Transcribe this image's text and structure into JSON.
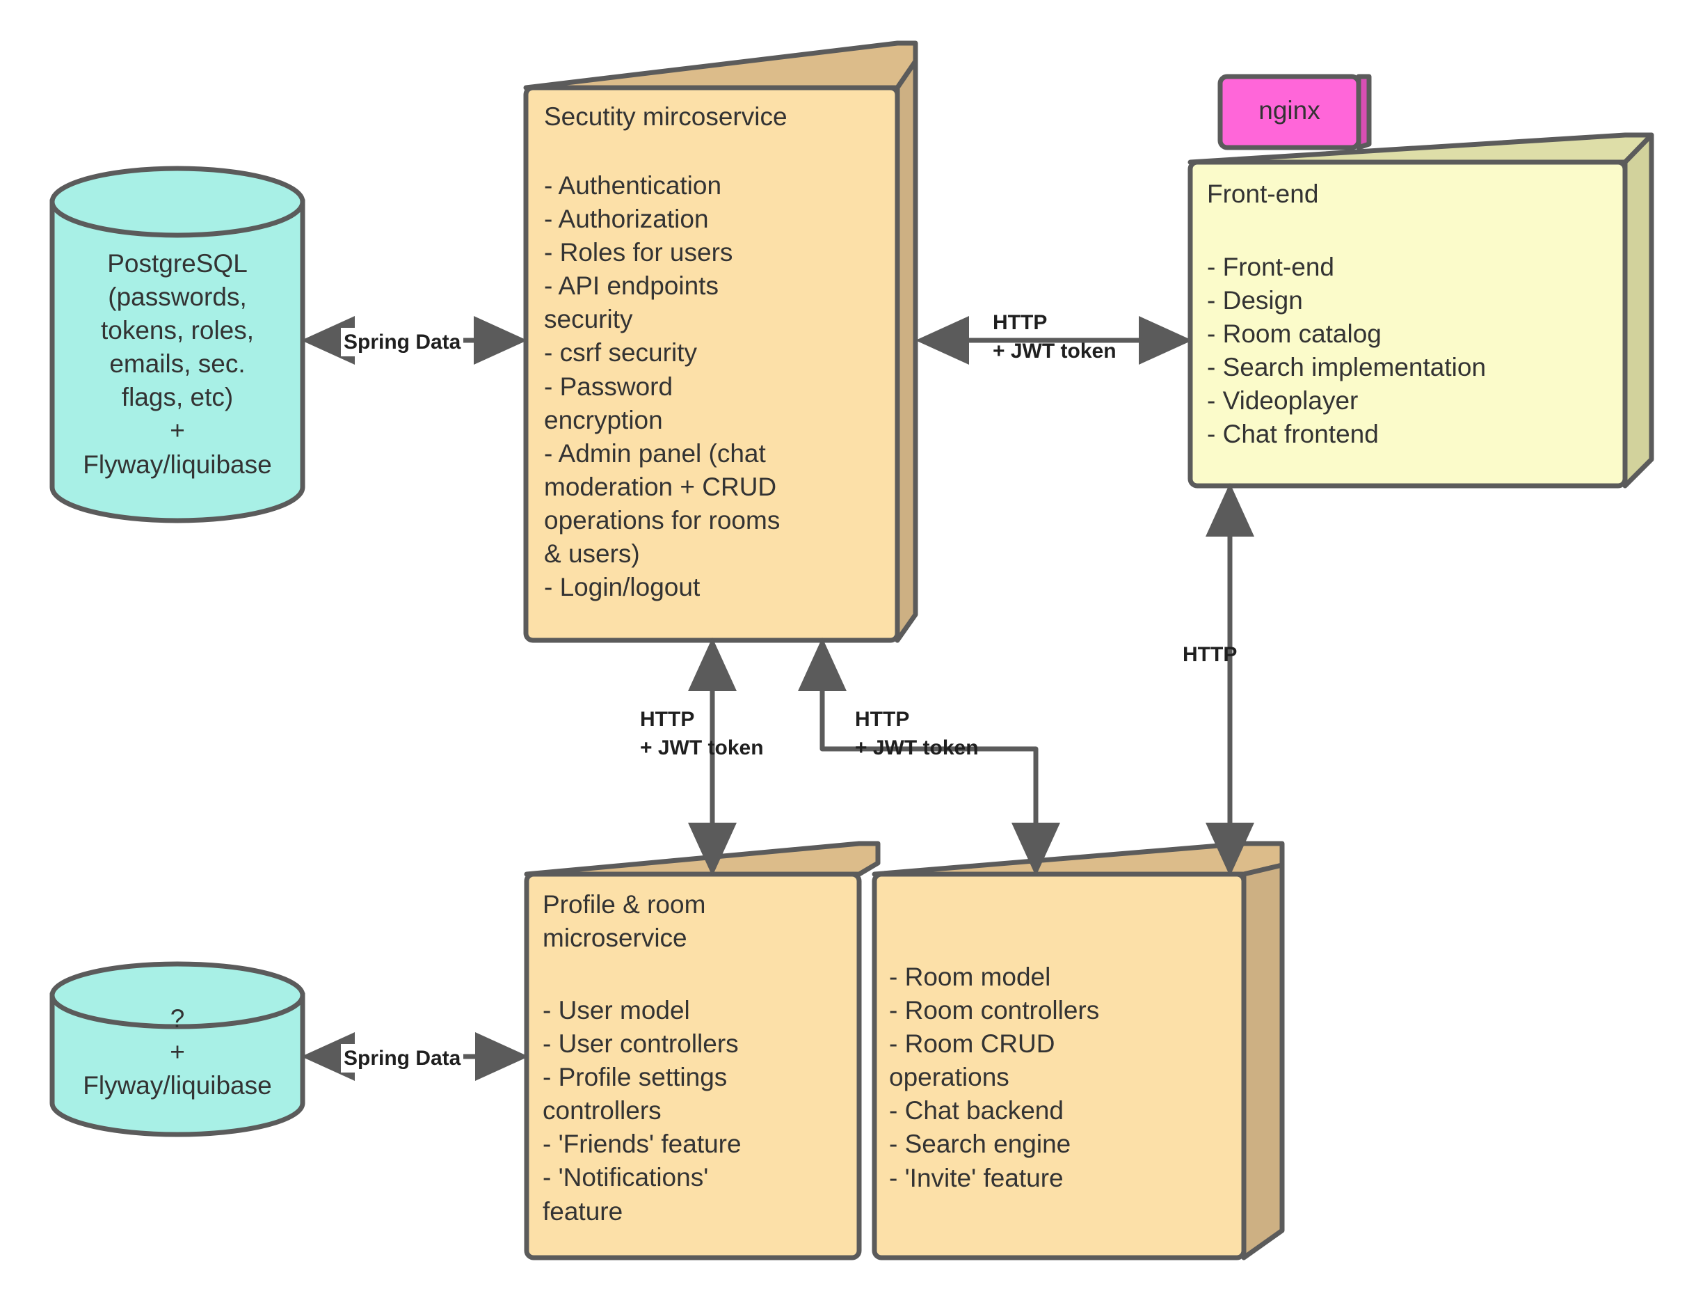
{
  "diagram": {
    "title": "Microservice architecture diagram",
    "colors": {
      "box_face": "#FCE0A8",
      "box_top": "#DCBC8A",
      "box_side": "#CDB083",
      "frontend_face": "#FBFBCA",
      "frontend_top": "#DEDEA8",
      "frontend_side": "#D2D29C",
      "nginx_face": "#FF66D9",
      "nginx_side": "#D94FB4",
      "db_face": "#A8F0E6",
      "stroke": "#5B5B5B",
      "text": "#333333",
      "arrow": "#5B5B5B"
    }
  },
  "nodes": {
    "postgres_db": {
      "name": "postgresql-database",
      "lines": [
        "PostgreSQL",
        "(passwords,",
        "tokens, roles,",
        "emails, sec.",
        "flags, etc)",
        "+",
        "Flyway/liquibase"
      ]
    },
    "unknown_db": {
      "name": "unknown-database",
      "lines": [
        "?",
        "+",
        "Flyway/liquibase"
      ]
    },
    "security_service": {
      "title": "Secutity mircoservice",
      "items": [
        "- Authentication",
        "- Authorization",
        "- Roles for users",
        "- API endpoints",
        "security",
        "- csrf security",
        "- Password",
        "encryption",
        "- Admin panel (chat",
        "moderation + CRUD",
        "operations for rooms",
        "& users)",
        "- Login/logout"
      ]
    },
    "frontend": {
      "tag": "nginx",
      "title": "Front-end",
      "items": [
        "- Front-end",
        "- Design",
        "- Room catalog",
        "- Search implementation",
        "- Videoplayer",
        "- Chat frontend"
      ]
    },
    "profile_service": {
      "title": "Profile & room\nmicroservice",
      "items": [
        "- User model",
        "- User controllers",
        "- Profile settings",
        "controllers",
        "- 'Friends' feature",
        "- 'Notifications'",
        "feature"
      ]
    },
    "room_service": {
      "title": "",
      "items": [
        "- Room model",
        "- Room controllers",
        "- Room CRUD",
        "operations",
        "- Chat backend",
        "- Search engine",
        "- 'Invite' feature"
      ]
    }
  },
  "edges": {
    "db_to_security": {
      "label": "Spring Data",
      "from": "postgresql-database",
      "to": "security-microservice",
      "direction": "bidirectional"
    },
    "security_to_frontend": {
      "label_line1": "HTTP",
      "label_line2": "+ JWT token",
      "from": "security-microservice",
      "to": "frontend",
      "direction": "bidirectional"
    },
    "security_to_profile": {
      "label_line1": "HTTP",
      "label_line2": "+ JWT token",
      "from": "security-microservice",
      "to": "profile-room-microservice",
      "direction": "bidirectional"
    },
    "security_to_room": {
      "label_line1": "HTTP",
      "label_line2": "+ JWT token",
      "from": "security-microservice",
      "to": "room-microservice",
      "direction": "bidirectional"
    },
    "frontend_to_room": {
      "label": "HTTP",
      "from": "frontend",
      "to": "room-microservice",
      "direction": "bidirectional"
    },
    "db2_to_profile": {
      "label": "Spring Data",
      "from": "unknown-database",
      "to": "profile-room-microservice",
      "direction": "bidirectional"
    }
  }
}
